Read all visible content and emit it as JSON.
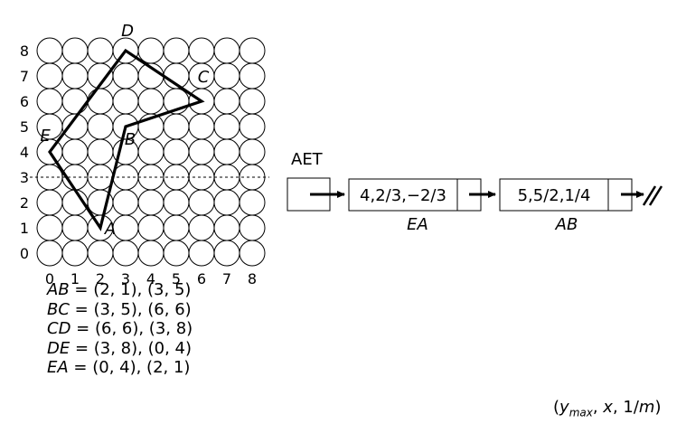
{
  "grid": {
    "x_ticks": [
      "0",
      "1",
      "2",
      "3",
      "4",
      "5",
      "6",
      "7",
      "8"
    ],
    "y_ticks": [
      "0",
      "1",
      "2",
      "3",
      "4",
      "5",
      "6",
      "7",
      "8"
    ],
    "scanline_y": 3
  },
  "polygon": {
    "vertices": [
      {
        "name": "A",
        "x": 2,
        "y": 1
      },
      {
        "name": "B",
        "x": 3,
        "y": 5
      },
      {
        "name": "C",
        "x": 6,
        "y": 6
      },
      {
        "name": "D",
        "x": 3,
        "y": 8
      },
      {
        "name": "E",
        "x": 0,
        "y": 4
      }
    ]
  },
  "edges": [
    {
      "name": "AB",
      "text": " = (2, 1), (3, 5)"
    },
    {
      "name": "BC",
      "text": " = (3, 5), (6, 6)"
    },
    {
      "name": "CD",
      "text": " = (6, 6), (3, 8)"
    },
    {
      "name": "DE",
      "text": " = (3, 8), (0, 4)"
    },
    {
      "name": "EA",
      "text": " = (0, 4), (2, 1)"
    }
  ],
  "aet": {
    "label": "AET",
    "nodes": [
      {
        "value": "4,2/3,−2/3",
        "edge": "EA"
      },
      {
        "value": "5,5/2,1/4",
        "edge": "AB"
      }
    ]
  },
  "legend": {
    "open": "(",
    "y": "y",
    "sub": "max",
    "rest_1": ", ",
    "x": "x",
    "rest_2": ", 1/",
    "m": "m",
    "close": ")"
  }
}
